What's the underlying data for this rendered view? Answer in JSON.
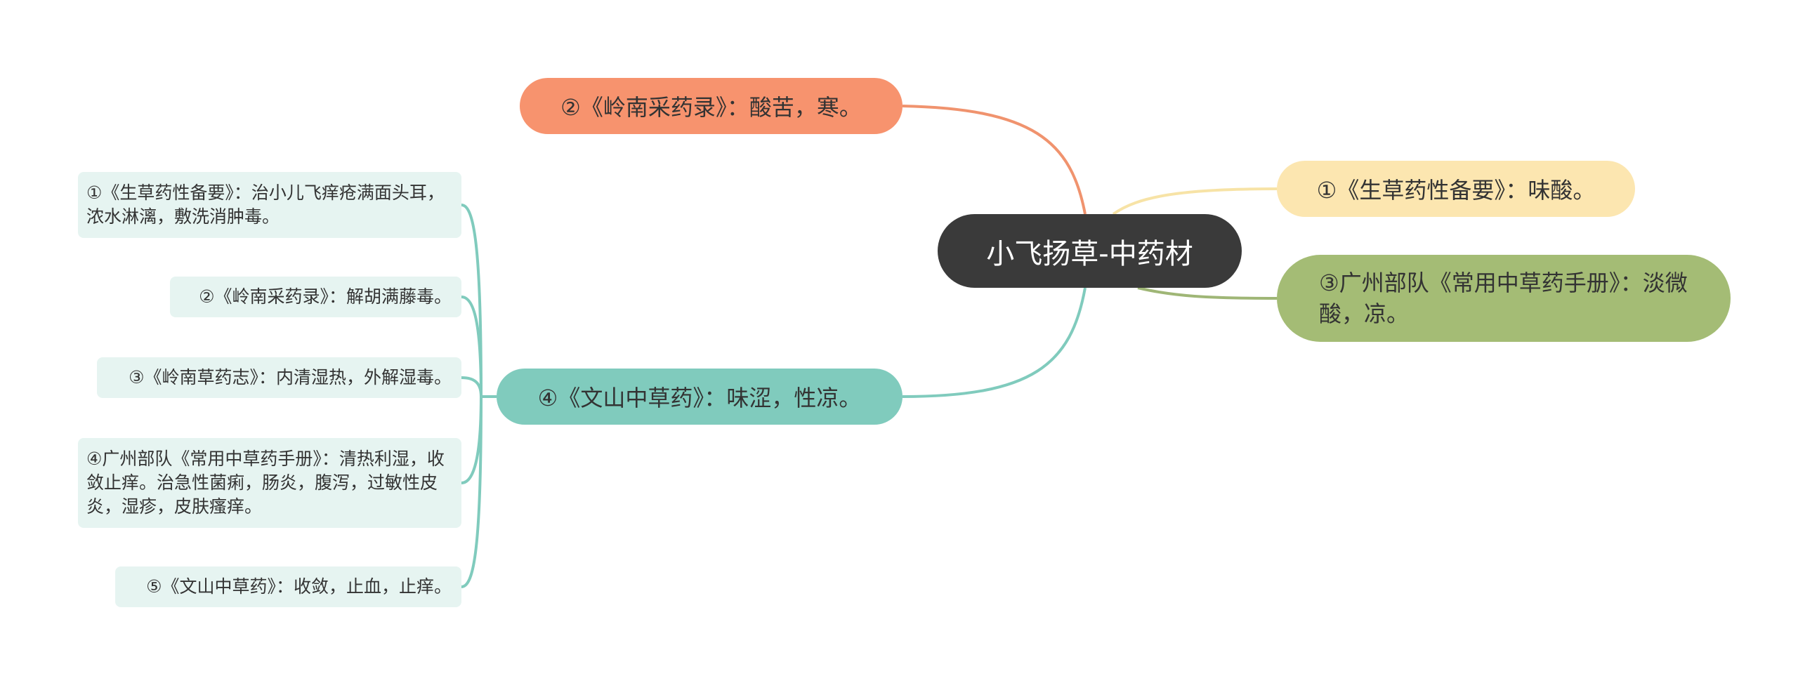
{
  "center": {
    "label": "小飞扬草-中药材"
  },
  "branches": [
    {
      "label": "①《生草药性备要》：味酸。",
      "color": "#fce6b0"
    },
    {
      "label": "②《岭南采药录》：酸苦，寒。",
      "color": "#f7936e"
    },
    {
      "label": "③广州部队《常用中草药手册》：淡微酸，凉。",
      "color": "#a4bc75"
    },
    {
      "label": "④《文山中草药》：味涩，性凉。",
      "color": "#80cbbd"
    }
  ],
  "leaves": [
    {
      "label": "①《生草药性备要》：治小儿飞痒疮满面头耳，浓水淋漓，敷洗消肿毒。"
    },
    {
      "label": "②《岭南采药录》：解胡满藤毒。"
    },
    {
      "label": "③《岭南草药志》：内清湿热，外解湿毒。"
    },
    {
      "label": "④广州部队《常用中草药手册》：清热利湿，收敛止痒。治急性菌痢，肠炎，腹泻，过敏性皮炎，湿疹，皮肤瘙痒。"
    },
    {
      "label": "⑤《文山中草药》：收敛，止血，止痒。"
    }
  ],
  "colors": {
    "center_bg": "#3a3a3a",
    "leaf_bg": "#e6f4f1",
    "link_orange": "#f0936e",
    "link_yellow": "#f7e3a6",
    "link_green": "#9fb676",
    "link_teal": "#80cbbd"
  }
}
